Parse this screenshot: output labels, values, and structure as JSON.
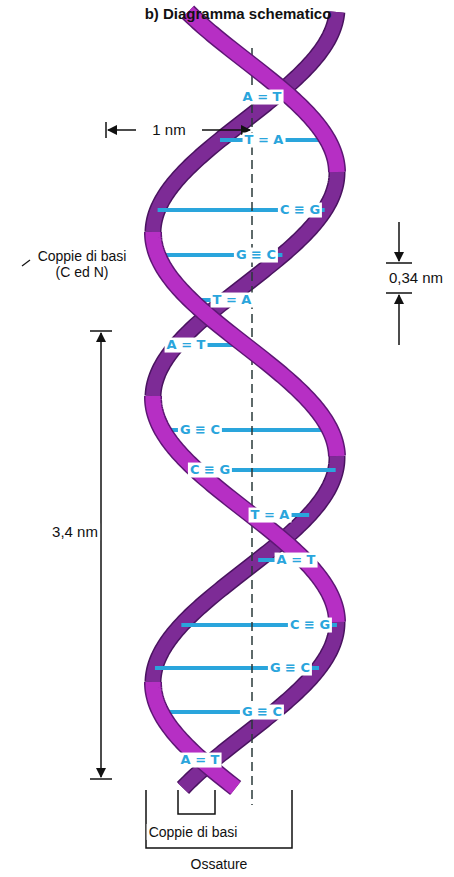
{
  "diagram": {
    "title": "b) Diagramma schematico",
    "labels": [
      "A = T",
      "T = A",
      "C ≡ G",
      "G ≡ C",
      "T = A",
      "A = T",
      "G ≡ C",
      "C ≡ G",
      "T = A",
      "A = T",
      "C ≡ G",
      "G ≡ C",
      "G ≡ C",
      "A = T",
      "1 nm",
      "Coppie di basi (C ed N)",
      "0,34 nm",
      "3,4 nm",
      "Coppie di basi",
      "Ossature"
    ]
  }
}
